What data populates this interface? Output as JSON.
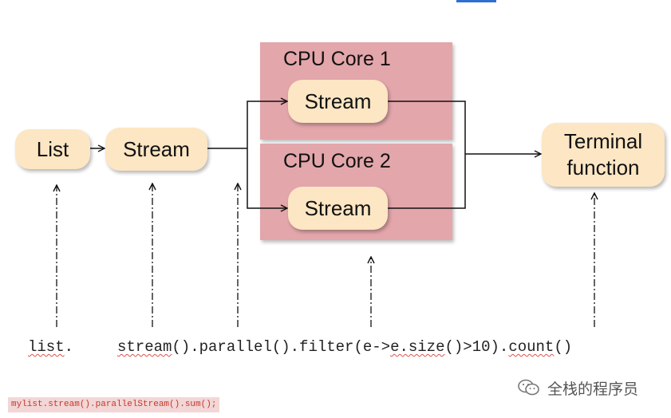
{
  "diagram": {
    "core1_title": "CPU Core 1",
    "core2_title": "CPU Core 2",
    "list_label": "List",
    "stream_label": "Stream",
    "core1_stream_label": "Stream",
    "core2_stream_label": "Stream",
    "terminal_line1": "Terminal",
    "terminal_line2": "function"
  },
  "code": {
    "list": "list",
    "dot1": ".",
    "stream": "stream",
    "mid": "().parallel().filter(e->",
    "esize": "e.size",
    "tail": "()>10).",
    "count": "count",
    "end": "()"
  },
  "footer_code": "mylist.stream().parallelStream().sum();",
  "watermark": "全栈的程序员",
  "colors": {
    "core_fill": "#e3a6ab",
    "pill_fill": "#fde6c3",
    "top_mark": "#2f6fd0"
  }
}
